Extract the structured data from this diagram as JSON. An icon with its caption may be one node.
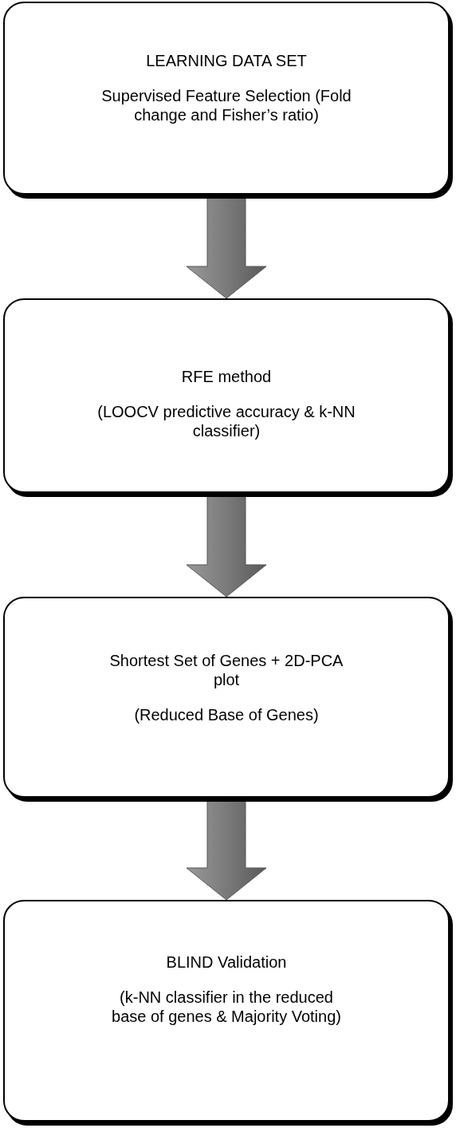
{
  "diagram": {
    "nodes": [
      {
        "text": [
          "LEARNING DATA SET",
          "Supervised Feature Selection (Fold change and Fisher’s ratio)"
        ]
      },
      {
        "text": [
          "RFE method",
          "(LOOCV predictive accuracy & k-NN classifier)"
        ]
      },
      {
        "text": [
          "Shortest Set of Genes + 2D-PCA plot",
          "(Reduced Base of Genes)"
        ]
      },
      {
        "text": [
          "BLIND Validation",
          "(k-NN classifier in the reduced base of genes & Majority Voting)"
        ]
      }
    ],
    "edges": [
      {
        "from": 0,
        "to": 1,
        "arrow": "to"
      },
      {
        "from": 1,
        "to": 2,
        "arrow": "to"
      },
      {
        "from": 2,
        "to": 3,
        "arrow": "to"
      }
    ]
  }
}
